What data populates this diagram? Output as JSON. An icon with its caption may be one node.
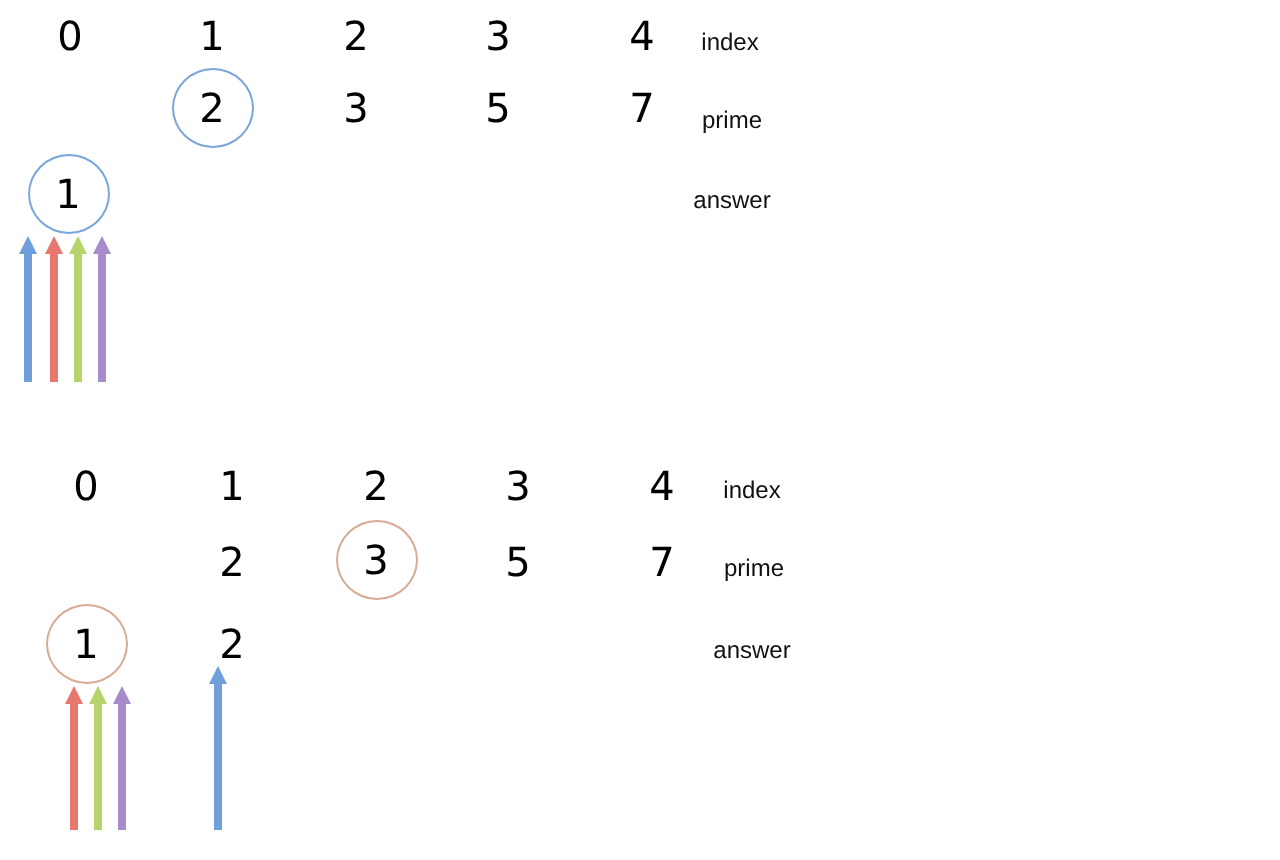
{
  "diagram": {
    "nodes": [
      {
        "text": [
          "2"
        ]
      },
      {
        "text": [
          "1"
        ]
      },
      {
        "text": [
          "3"
        ]
      },
      {
        "text": [
          "1"
        ]
      },
      {
        "text": [
          "2"
        ]
      }
    ],
    "edges": [
      {
        "from": null,
        "to": 1,
        "arrow": "to",
        "color": "#6fa0dc"
      },
      {
        "from": null,
        "to": 1,
        "arrow": "to",
        "color": "#e8776f"
      },
      {
        "from": null,
        "to": 1,
        "arrow": "to",
        "color": "#b5d56c"
      },
      {
        "from": null,
        "to": 1,
        "arrow": "to",
        "color": "#a78bcb"
      },
      {
        "from": null,
        "to": 3,
        "arrow": "to",
        "color": "#e8776f"
      },
      {
        "from": null,
        "to": 3,
        "arrow": "to",
        "color": "#b5d56c"
      },
      {
        "from": null,
        "to": 3,
        "arrow": "to",
        "color": "#a78bcb"
      },
      {
        "from": null,
        "to": 4,
        "arrow": "to",
        "color": "#6fa0dc"
      }
    ],
    "labels": [
      "0",
      "1",
      "2",
      "3",
      "4",
      "index",
      "3",
      "5",
      "7",
      "prime",
      "answer",
      "0",
      "1",
      "2",
      "3",
      "4",
      "index",
      "2",
      "5",
      "7",
      "prime",
      "answer"
    ]
  }
}
